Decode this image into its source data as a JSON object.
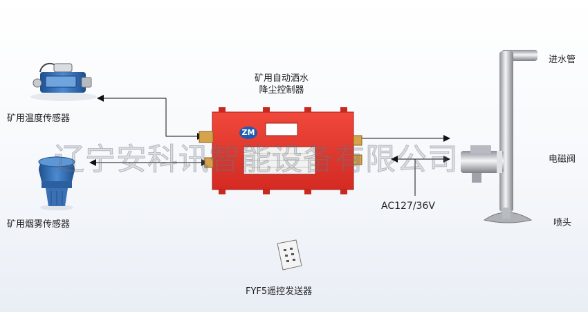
{
  "diagram": {
    "controller_label_line1": "矿用自动洒水",
    "controller_label_line2": "降尘控制器",
    "controller_badge": "ZM",
    "temp_sensor_label": "矿用温度传感器",
    "smoke_sensor_label": "矿用烟雾传感器",
    "inlet_pipe_label": "进水管",
    "solenoid_valve_label": "电磁阀",
    "nozzle_label": "喷头",
    "power_label": "AC127/36V",
    "remote_label": "FYF5遥控发送器",
    "watermark": "辽宁安科讯智能设备有限公司"
  },
  "colors": {
    "controller_red": "#e8362c",
    "sensor_blue": "#2f6fb8",
    "pipe_silver": "#c9ccd1"
  }
}
